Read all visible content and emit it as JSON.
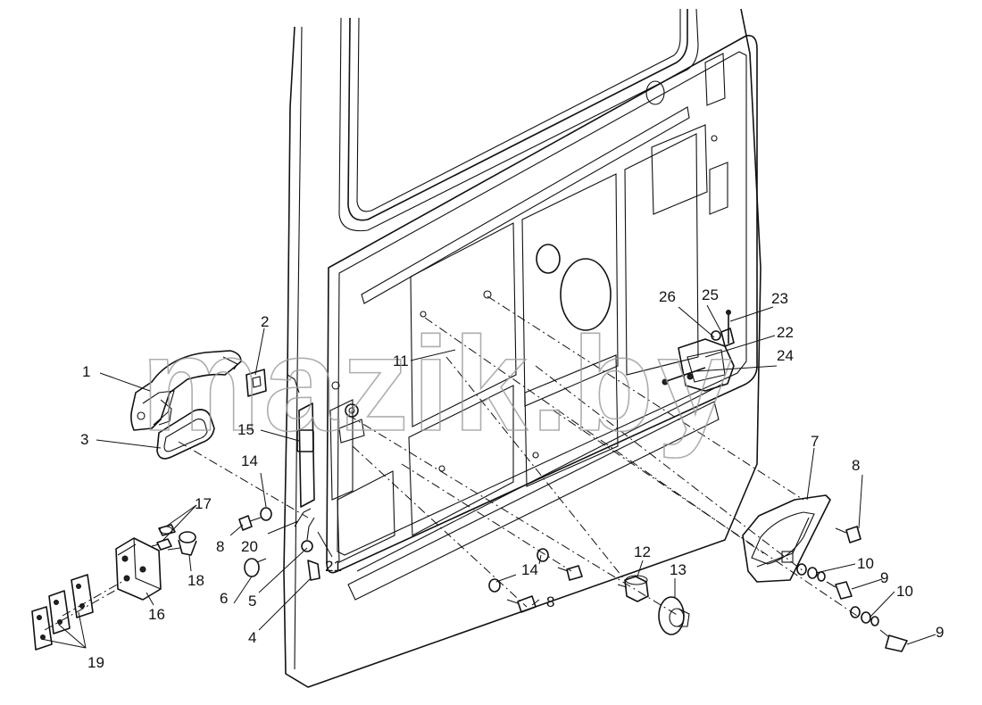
{
  "watermark": "mazik.by",
  "callouts": [
    {
      "id": "c1",
      "text": "1"
    },
    {
      "id": "c2",
      "text": "2"
    },
    {
      "id": "c3",
      "text": "3"
    },
    {
      "id": "c4",
      "text": "4"
    },
    {
      "id": "c5",
      "text": "5"
    },
    {
      "id": "c6",
      "text": "6"
    },
    {
      "id": "c7",
      "text": "7"
    },
    {
      "id": "c8a",
      "text": "8"
    },
    {
      "id": "c8b",
      "text": "8"
    },
    {
      "id": "c8c",
      "text": "8"
    },
    {
      "id": "c8d",
      "text": "8"
    },
    {
      "id": "c9a",
      "text": "9"
    },
    {
      "id": "c9b",
      "text": "9"
    },
    {
      "id": "c10a",
      "text": "10"
    },
    {
      "id": "c10b",
      "text": "10"
    },
    {
      "id": "c11",
      "text": "11"
    },
    {
      "id": "c12",
      "text": "12"
    },
    {
      "id": "c13",
      "text": "13"
    },
    {
      "id": "c14a",
      "text": "14"
    },
    {
      "id": "c14b",
      "text": "14"
    },
    {
      "id": "c15",
      "text": "15"
    },
    {
      "id": "c16",
      "text": "16"
    },
    {
      "id": "c17",
      "text": "17"
    },
    {
      "id": "c18",
      "text": "18"
    },
    {
      "id": "c19",
      "text": "19"
    },
    {
      "id": "c20",
      "text": "20"
    },
    {
      "id": "c21",
      "text": "21"
    },
    {
      "id": "c22",
      "text": "22"
    },
    {
      "id": "c23",
      "text": "23"
    },
    {
      "id": "c24",
      "text": "24"
    },
    {
      "id": "c25",
      "text": "25"
    },
    {
      "id": "c26",
      "text": "26"
    }
  ]
}
